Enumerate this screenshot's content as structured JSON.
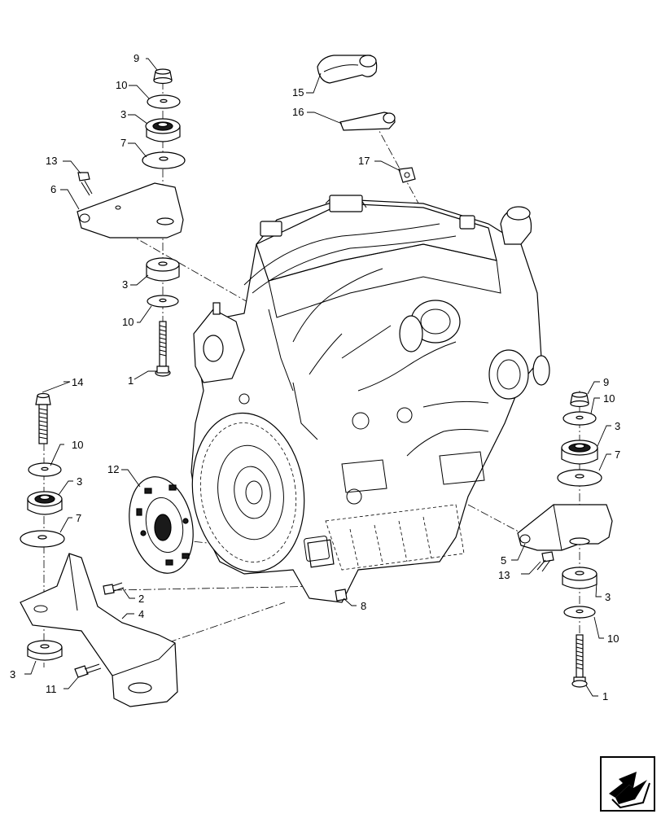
{
  "diagram": {
    "callouts": [
      {
        "id": "c9a",
        "text": "9"
      },
      {
        "id": "c10a",
        "text": "10"
      },
      {
        "id": "c3a",
        "text": "3"
      },
      {
        "id": "c7a",
        "text": "7"
      },
      {
        "id": "c13a",
        "text": "13"
      },
      {
        "id": "c6",
        "text": "6"
      },
      {
        "id": "c3b",
        "text": "3"
      },
      {
        "id": "c10b",
        "text": "10"
      },
      {
        "id": "c1a",
        "text": "1"
      },
      {
        "id": "c15",
        "text": "15"
      },
      {
        "id": "c16",
        "text": "16"
      },
      {
        "id": "c17",
        "text": "17"
      },
      {
        "id": "c14",
        "text": "14"
      },
      {
        "id": "c10c",
        "text": "10"
      },
      {
        "id": "c3c",
        "text": "3"
      },
      {
        "id": "c7b",
        "text": "7"
      },
      {
        "id": "c12",
        "text": "12"
      },
      {
        "id": "c2",
        "text": "2"
      },
      {
        "id": "c4",
        "text": "4"
      },
      {
        "id": "c3d",
        "text": "3"
      },
      {
        "id": "c11",
        "text": "11"
      },
      {
        "id": "c8",
        "text": "8"
      },
      {
        "id": "c9b",
        "text": "9"
      },
      {
        "id": "c10d",
        "text": "10"
      },
      {
        "id": "c3e",
        "text": "3"
      },
      {
        "id": "c7c",
        "text": "7"
      },
      {
        "id": "c5",
        "text": "5"
      },
      {
        "id": "c13b",
        "text": "13"
      },
      {
        "id": "c3f",
        "text": "3"
      },
      {
        "id": "c10e",
        "text": "10"
      },
      {
        "id": "c1b",
        "text": "1"
      }
    ],
    "nav_icon": "next-page-arrow-icon"
  }
}
